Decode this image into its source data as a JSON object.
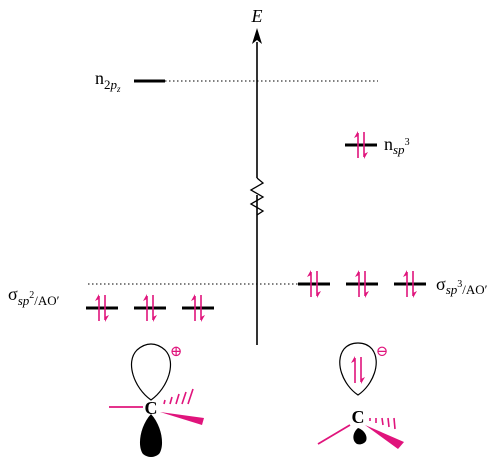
{
  "axis": {
    "label": "E"
  },
  "levels": {
    "n2pz": {
      "base": "n",
      "sub_digit": "2",
      "sub_letter": "p",
      "sub_sub": "z",
      "electrons": 0
    },
    "nsp3": {
      "base": "n",
      "sub_letters": "sp",
      "sup": "3",
      "electrons": 2
    },
    "sigma_left": {
      "base": "σ",
      "sub_letters": "sp",
      "sup": "2",
      "suffix": "/AO′",
      "count": 3,
      "electrons_each": 2
    },
    "sigma_right": {
      "base": "σ",
      "sub_letters": "sp",
      "sup": "3",
      "suffix": "/AO′",
      "count": 3,
      "electrons_each": 2
    }
  },
  "molecules": {
    "left": {
      "atom": "C",
      "charge": "⊕",
      "geometry": "trigonal planar, empty p orbital"
    },
    "right": {
      "atom": "C",
      "charge": "⊖",
      "geometry": "pyramidal, filled sp3 lone pair"
    }
  },
  "colors": {
    "accent": "#e0147c",
    "line": "#000000"
  }
}
